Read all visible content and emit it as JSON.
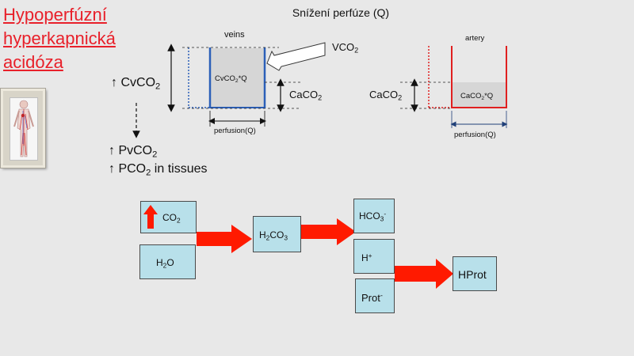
{
  "title": {
    "line1": "Hypoperfúzní",
    "line2": "hyperkapnická",
    "line3": "acidóza"
  },
  "heading": "Snížení perfúze (Q)",
  "veins_diagram": {
    "label": "veins",
    "box_label_base": "CvCO",
    "box_label_sub": "2",
    "box_label_suffix": "*Q",
    "vco2_base": "VCO",
    "vco2_sub": "2",
    "caco2_base": "CaCO",
    "caco2_sub": "2",
    "perfusion_label": "perfusion(Q)"
  },
  "artery_diagram": {
    "label": "artery",
    "box_label_base": "CaCO",
    "box_label_sub": "2",
    "box_label_suffix": "*Q",
    "caco2_base": "CaCO",
    "caco2_sub": "2",
    "perfusion_label": "perfusion(Q)"
  },
  "left_chain": {
    "cvco2_arrow": "↑",
    "cvco2_base": "CvCO",
    "cvco2_sub": "2",
    "pvco2_arrow": "↑",
    "pvco2_base": "PvCO",
    "pvco2_sub": "2",
    "pco2_arrow": "↑",
    "pco2_base": "PCO",
    "pco2_sub": "2",
    "pco2_suffix": " in tissues"
  },
  "reaction": {
    "co2_base": "CO",
    "co2_sub": "2",
    "h2o_pre": "H",
    "h2o_sub": "2",
    "h2o_post": "O",
    "h2co3_pre": "H",
    "h2co3_sub": "2",
    "h2co3_post": "CO",
    "h2co3_sub2": "3",
    "hco3_base": "HCO",
    "hco3_sub": "3",
    "hco3_sup": "-",
    "h_base": "H",
    "h_sup": "+",
    "prot_base": "Prot",
    "prot_sup": "-",
    "hprot": "HProt"
  },
  "colors": {
    "title": "#e8202a",
    "vein_blue": "#2b5fb8",
    "artery_red": "#e02020",
    "box_fill": "#b8e0ea",
    "arrow_red": "#ff1a00"
  }
}
